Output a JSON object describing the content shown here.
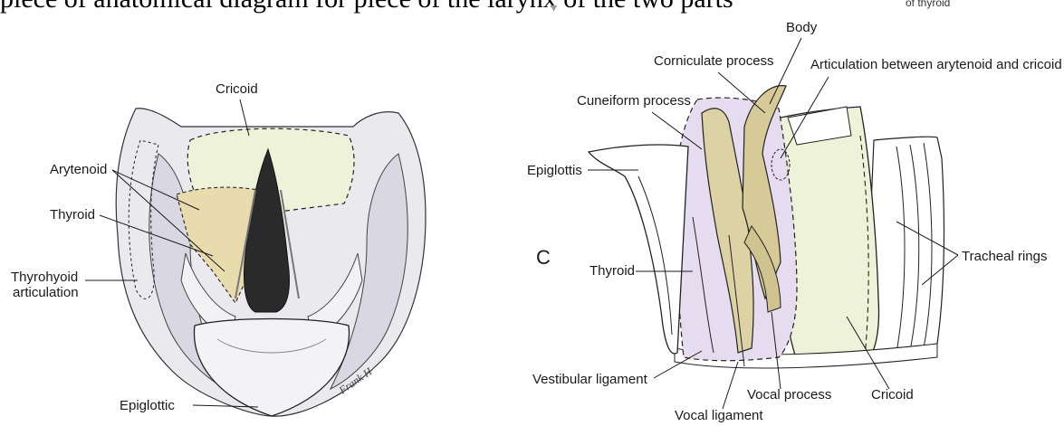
{
  "caption": {
    "text": "piece of anatomical diagram for piece of the larynx of the two parts",
    "right_text": "of thyroid"
  },
  "left_panel": {
    "labels": {
      "cricoid": "Cricoid",
      "arytenoid": "Arytenoid",
      "thyroid": "Thyroid",
      "thyrohyoid_line1": "Thyrohyoid",
      "thyrohyoid_line2": "articulation",
      "epiglottic": "Epiglottic"
    },
    "signature": "Frank H"
  },
  "right_panel": {
    "panel_letter": "C",
    "labels": {
      "body": "Body",
      "corniculate_process": "Corniculate process",
      "articulation": "Articulation between arytenoid and cricoid",
      "cuneiform_process": "Cuneiform process",
      "epiglottis": "Epiglottis",
      "thyroid": "Thyroid",
      "tracheal_rings": "Tracheal rings",
      "vestibular_ligament": "Vestibular ligament",
      "vocal_process": "Vocal process",
      "cricoid": "Cricoid",
      "vocal_ligament": "Vocal ligament"
    }
  },
  "colors": {
    "cricoid_fill": "#eef2d8",
    "arytenoid_fill": "#e8dcae",
    "thyroid_fill": "#e6dcef",
    "cartilage_fill": "#dcd2a4",
    "line": "#1a1a1a"
  }
}
